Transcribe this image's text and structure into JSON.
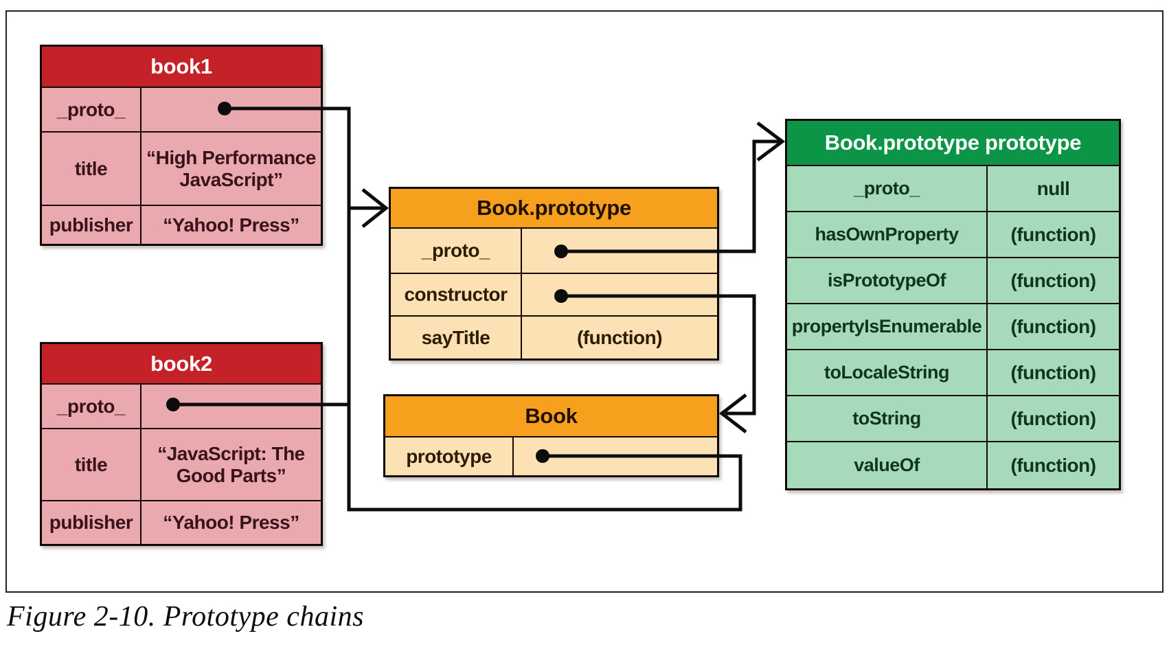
{
  "caption": "Figure 2-10. Prototype chains",
  "colors": {
    "red_header": "#C42128",
    "red_row": "#EAA9AE",
    "orange_header": "#F6A01E",
    "orange_row": "#FBE1B4",
    "green_header": "#0C9447",
    "green_row": "#A7DABB",
    "connector_line": "#0C0C0C"
  },
  "tables": {
    "book1": {
      "title": "book1",
      "rows": [
        {
          "key": "_proto_",
          "value": "",
          "pointer": true
        },
        {
          "key": "title",
          "value": "“High Performance JavaScript”"
        },
        {
          "key": "publisher",
          "value": "“Yahoo! Press”"
        }
      ]
    },
    "book2": {
      "title": "book2",
      "rows": [
        {
          "key": "_proto_",
          "value": "",
          "pointer": true
        },
        {
          "key": "title",
          "value": "“JavaScript: The Good Parts”"
        },
        {
          "key": "publisher",
          "value": "“Yahoo! Press”"
        }
      ]
    },
    "book_prototype": {
      "title": "Book.prototype",
      "rows": [
        {
          "key": "_proto_",
          "value": "",
          "pointer": true
        },
        {
          "key": "constructor",
          "value": "",
          "pointer": true
        },
        {
          "key": "sayTitle",
          "value": "(function)"
        }
      ]
    },
    "book_fn": {
      "title": "Book",
      "rows": [
        {
          "key": "prototype",
          "value": "",
          "pointer": true
        }
      ]
    },
    "object_prototype": {
      "title": "Book.prototype prototype",
      "rows": [
        {
          "key": "_proto_",
          "value": "null"
        },
        {
          "key": "hasOwnProperty",
          "value": "(function)"
        },
        {
          "key": "isPrototypeOf",
          "value": "(function)"
        },
        {
          "key": "propertyIsEnumerable",
          "value": "(function)"
        },
        {
          "key": "toLocaleString",
          "value": "(function)"
        },
        {
          "key": "toString",
          "value": "(function)"
        },
        {
          "key": "valueOf",
          "value": "(function)"
        }
      ]
    }
  },
  "arrows": [
    {
      "from": "book1._proto_",
      "to": "Book.prototype"
    },
    {
      "from": "book2._proto_",
      "to": "Book.prototype"
    },
    {
      "from": "Book.prototype._proto_",
      "to": "Book.prototype prototype"
    },
    {
      "from": "Book.prototype.constructor",
      "to": "Book"
    },
    {
      "from": "Book.prototype",
      "to": "Book.prototype"
    }
  ]
}
